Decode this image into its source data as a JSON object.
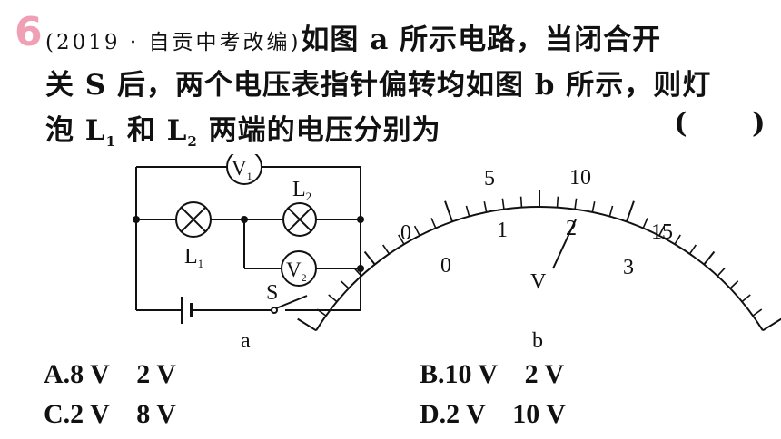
{
  "question": {
    "number": "6",
    "source": "(2019 · 自贡中考改编)",
    "line1_rest": "如图 a 所示电路，当闭合开",
    "line2": "关 S 后，两个电压表指针偏转均如图 b 所示，则灯",
    "line3_pre": "泡 L",
    "line3_sub1": "1",
    "line3_mid": " 和 L",
    "line3_sub2": "2",
    "line3_post": " 两端的电压分别为",
    "paren_open": "(",
    "paren_close": ")"
  },
  "figure_a": {
    "v1": "V",
    "v1_sub": "1",
    "v2": "V",
    "v2_sub": "2",
    "l1": "L",
    "l1_sub": "1",
    "l2": "L",
    "l2_sub": "2",
    "switch": "S",
    "caption": "a"
  },
  "figure_b": {
    "outer_scale": [
      "0",
      "5",
      "10",
      "15"
    ],
    "inner_scale": [
      "0",
      "1",
      "2",
      "3"
    ],
    "pointer_label": "V",
    "caption": "b"
  },
  "options": [
    {
      "label": "A.8 V    2 V"
    },
    {
      "label": "B.10 V    2 V"
    },
    {
      "label": "C.2 V    8 V"
    },
    {
      "label": "D.2 V    10 V"
    }
  ]
}
